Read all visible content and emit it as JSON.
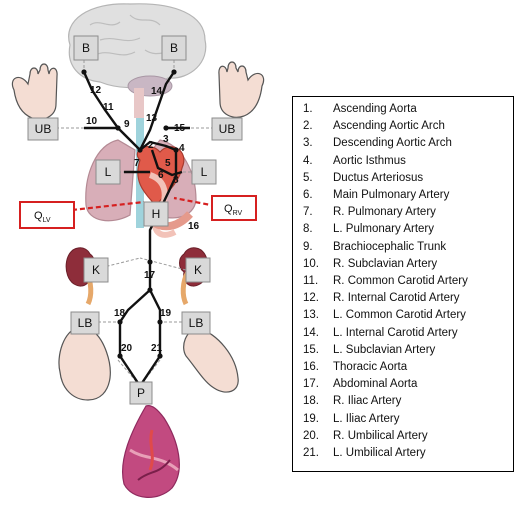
{
  "organ_boxes": {
    "brain_right": "B",
    "brain_left": "B",
    "upper_body_right": "UB",
    "upper_body_left": "UB",
    "lung_right": "L",
    "lung_left": "L",
    "heart": "H",
    "kidney_right": "K",
    "kidney_left": "K",
    "lower_body_right": "LB",
    "lower_body_left": "LB",
    "placenta": "P"
  },
  "flows": {
    "left_ventricle": {
      "base": "Q",
      "sub": "LV"
    },
    "right_ventricle": {
      "base": "Q",
      "sub": "RV"
    }
  },
  "segment_labels": [
    "2",
    "3",
    "4",
    "5",
    "6",
    "7",
    "8",
    "9",
    "10",
    "11",
    "12",
    "13",
    "14",
    "15",
    "16",
    "17",
    "18",
    "19",
    "20",
    "21"
  ],
  "legend": [
    {
      "num": "1.",
      "name": "Ascending Aorta"
    },
    {
      "num": "2.",
      "name": "Ascending Aortic Arch"
    },
    {
      "num": "3.",
      "name": "Descending Aortic Arch"
    },
    {
      "num": "4.",
      "name": "Aortic Isthmus"
    },
    {
      "num": "5.",
      "name": "Ductus Arteriosus"
    },
    {
      "num": "6.",
      "name": "Main Pulmonary Artery"
    },
    {
      "num": "7.",
      "name": "R. Pulmonary Artery"
    },
    {
      "num": "8.",
      "name": "L. Pulmonary Artery"
    },
    {
      "num": "9.",
      "name": "Brachiocephalic Trunk"
    },
    {
      "num": "10.",
      "name": "R. Subclavian Artery"
    },
    {
      "num": "11.",
      "name": "R. Common Carotid Artery"
    },
    {
      "num": "12.",
      "name": "R. Internal Carotid Artery"
    },
    {
      "num": "13.",
      "name": "L. Common Carotid Artery"
    },
    {
      "num": "14.",
      "name": "L. Internal Carotid Artery"
    },
    {
      "num": "15.",
      "name": "L. Subclavian Artery"
    },
    {
      "num": "16.",
      "name": "Thoracic Aorta"
    },
    {
      "num": "17.",
      "name": "Abdominal Aorta"
    },
    {
      "num": "18.",
      "name": "R. Iliac Artery"
    },
    {
      "num": "19.",
      "name": "L. Iliac Artery"
    },
    {
      "num": "20.",
      "name": "R. Umbilical Artery"
    },
    {
      "num": "21.",
      "name": "L. Umbilical Artery"
    }
  ],
  "colors": {
    "box_fill": "#d9d9d9",
    "box_stroke": "#8c8c8c",
    "artery": "#111111",
    "flow_red": "#d62020",
    "brain": "#dcdcdc",
    "lung": "#d7aeb8",
    "heart": "#e05a4a",
    "kidney": "#8e2d3a",
    "skin": "#f4ddd3"
  }
}
